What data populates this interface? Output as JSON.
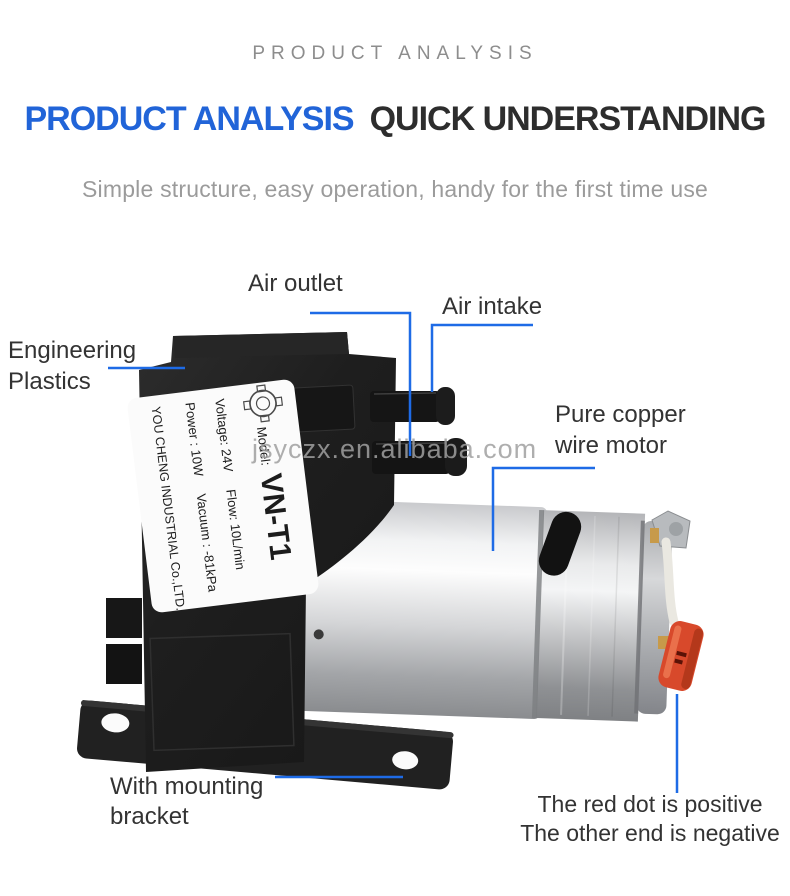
{
  "header": {
    "eyebrow": "PRODUCT ANALYSIS",
    "title_blue": "PRODUCT ANALYSIS",
    "title_dark": "QUICK UNDERSTANDING",
    "subtitle": "Simple structure, easy operation, handy for the first time use"
  },
  "callouts": {
    "air_outlet": "Air outlet",
    "air_intake": "Air intake",
    "engineering_plastics": "Engineering Plastics",
    "pure_copper_motor": "Pure copper wire motor",
    "mounting_bracket": "With mounting bracket",
    "polarity_line1": "The red dot is positive",
    "polarity_line2": "The other end is negative"
  },
  "spec_label": {
    "model_key": "Model:",
    "model_value": "VN-T1",
    "voltage": "Voltage: 24V",
    "flow": "Flow: 10L/min",
    "power": "Power : 10W",
    "vacuum": "Vacuum : -81kPa",
    "company": "YOU CHENG INDUSTRIAL Co.,LTD."
  },
  "watermark": "jsyczx.en.alibaba.com",
  "colors": {
    "accent_blue": "#2164d8",
    "leader_line_blue": "#1e6be6",
    "heading_dark": "#2d2d2d",
    "callout_text": "#333333",
    "muted_gray": "#9b9b9b",
    "eyebrow_gray": "#8d8d8d",
    "pump_body_black": "#1f1f1f",
    "capacitor_red": "#d8492b"
  }
}
